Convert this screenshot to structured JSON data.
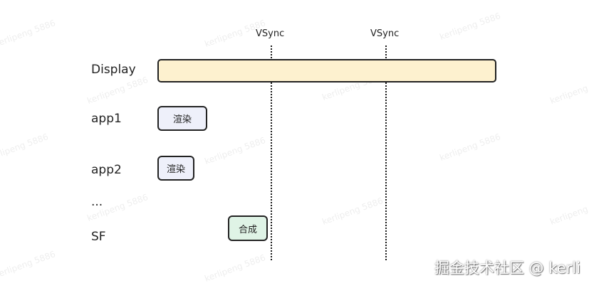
{
  "rows": {
    "display": "Display",
    "app1": "app1",
    "app2": "app2",
    "ellipsis": "...",
    "sf": "SF"
  },
  "vsync": [
    {
      "label": "VSync"
    },
    {
      "label": "VSync"
    }
  ],
  "blocks": {
    "display_bar": {
      "label": "",
      "fill": "#fdf1cf"
    },
    "app1_render": {
      "label": "渲染",
      "fill": "#eef0fa"
    },
    "app2_render": {
      "label": "渲染",
      "fill": "#eef0fa"
    },
    "sf_compose": {
      "label": "合成",
      "fill": "#dff3e6"
    }
  },
  "watermark": "kerlipeng 5886",
  "footer": "掘金技术社区 @ kerli"
}
